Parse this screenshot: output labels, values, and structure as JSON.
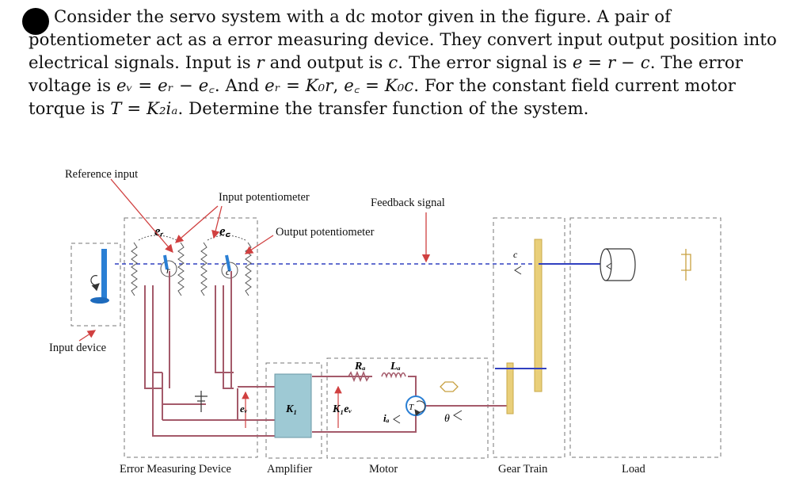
{
  "question": {
    "s1": "Consider the servo system with a dc motor given in the figure. A pair of potentiometer act as a error measuring device. They convert input output position into electrical signals. Input is ",
    "v_r": "r",
    "s2": " and output is ",
    "v_c": "c",
    "s3": ". The error signal is ",
    "eq_error": "e = r − c",
    "s4": ". The error voltage is ",
    "eq_ev": "eᵥ = eᵣ − e꜀",
    "s5": ". And ",
    "eq_er": "eᵣ = K₀r",
    "s6": ", ",
    "eq_ec": "e꜀ = K₀c",
    "s7": ". For the constant field current motor torque is ",
    "eq_T": "T = K₂iₐ",
    "s8": ". Determine the transfer function of the system."
  },
  "figure": {
    "labels": {
      "reference_input": "Reference input",
      "input_potentiometer": "Input potentiometer",
      "feedback_signal": "Feedback signal",
      "output_potentiometer": "Output potentiometer",
      "input_device": "Input device",
      "error_measuring_device": "Error Measuring Device",
      "amplifier": "Amplifier",
      "motor": "Motor",
      "gear_train": "Gear Train",
      "load": "Load"
    },
    "symbols": {
      "er": "eᵣ",
      "ec": "e꜀",
      "r": "r",
      "c_pot": "c",
      "ev": "eᵥ",
      "K1": "K₁",
      "K1ev": "K₁eᵥ",
      "Ra": "Rₐ",
      "La": "Lₐ",
      "ia": "iₐ",
      "T": "T",
      "theta": "θ",
      "c_gear": "c"
    },
    "colors": {
      "wire": "#a45a6a",
      "feedback_dash": "#3040c0",
      "pointer_arrow": "#d04040",
      "amplifier_fill": "#9ec9d4",
      "input_device_blue": "#2a7fd4",
      "gear_yellow": "#e9cf7a",
      "dash_box": "#777777"
    }
  }
}
